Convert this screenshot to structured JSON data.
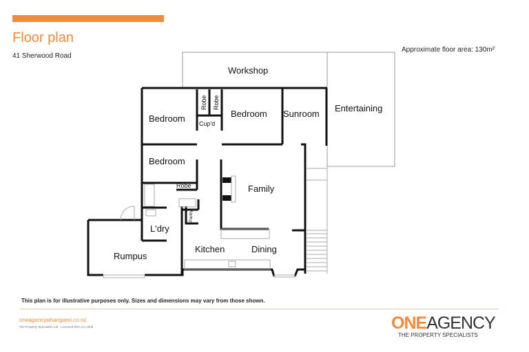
{
  "header": {
    "title": "Floor plan",
    "address": "41 Sherwood Road",
    "floor_area": "Approximate floor area: 130m²"
  },
  "rooms": {
    "workshop": "Workshop",
    "entertaining": "Entertaining",
    "bedroom1": "Bedroom",
    "bedroom2": "Bedroom",
    "bedroom3": "Bedroom",
    "robe1": "Robe",
    "robe2": "Robe",
    "robe3": "Robe",
    "cupd": "Cup'd",
    "sunroom": "Sunroom",
    "family": "Family",
    "pantry": "Pantry",
    "laundry": "L'dry",
    "rumpus": "Rumpus",
    "kitchen": "Kitchen",
    "dining": "Dining"
  },
  "footer": {
    "disclaimer": "This plan is for illustrative purposes only. Sizes and dimensions may vary from those shown.",
    "website": "oneagencywhangarei.co.nz",
    "legal": "The Property Specialists Ltd  ·  Licensed REA Act 2008"
  },
  "logo": {
    "one": "ONE",
    "agency": "AGENCY",
    "tagline": "THE PROPERTY SPECIALISTS"
  },
  "colors": {
    "accent": "#f08a3c",
    "walls": "#111111"
  }
}
